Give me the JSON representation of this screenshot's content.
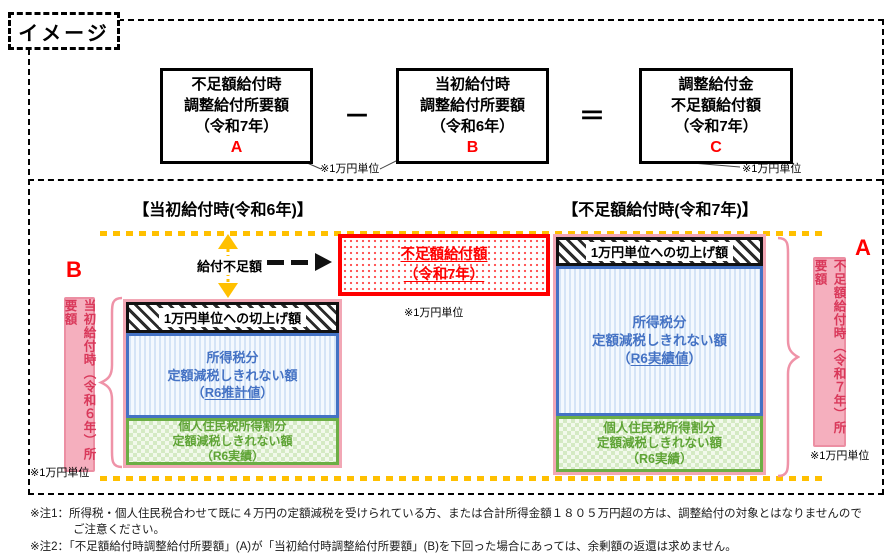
{
  "header": {
    "image_label": "イメージ"
  },
  "formula": {
    "box_a": {
      "line1": "不足額給付時",
      "line2": "調整給付所要額",
      "line3": "（令和7年）",
      "letter": "A"
    },
    "op_minus": "－",
    "box_b": {
      "line1": "当初給付時",
      "line2": "調整給付所要額",
      "line3": "（令和6年）",
      "letter": "B"
    },
    "op_equals": "＝",
    "box_c": {
      "line1": "調整給付金",
      "line2": "不足額給付額",
      "line3": "（令和7年）",
      "letter": "C"
    },
    "unit_note_ab": "※1万円単位",
    "unit_note_c": "※1万円単位"
  },
  "chart": {
    "left": {
      "title": "【当初給付時(令和6年)】",
      "letter": "B",
      "side_label": "当初給付時（令和６年）所要額",
      "unit_note": "※1万円単位",
      "header": "1万円単位への切上げ額",
      "blue": {
        "line1": "所得税分",
        "line2": "定額減税しきれない額",
        "pre": "（",
        "underlined": "R6推計値",
        "post": "）"
      },
      "green": {
        "line1": "個人住民税所得割分",
        "line2": "定額減税しきれない額",
        "line3": "（R6実績）"
      }
    },
    "right": {
      "title": "【不足額給付時(令和7年)】",
      "letter": "A",
      "side_label": "不足額給付時（令和７年）所要額",
      "unit_note": "※1万円単位",
      "header": "1万円単位への切上げ額",
      "blue": {
        "line1": "所得税分",
        "line2": "定額減税しきれない額",
        "pre": "（",
        "underlined": "R6実績値",
        "post": "）"
      },
      "green": {
        "line1": "個人住民税所得割分",
        "line2": "定額減税しきれない額",
        "line3": "（R6実績）"
      }
    },
    "middle": {
      "shortfall_label": "給付不足額",
      "box_line1": "不足額給付額",
      "box_line2": "（令和7年）",
      "unit_note": "※1万円単位"
    }
  },
  "notes": {
    "note1_line1": "※注1：所得税・個人住民税合わせて既に４万円の定額減税を受けられている方、または合計所得金額１８０５万円超の方は、調整給付の対象とはなりませんので",
    "note1_line2": "ご注意ください。",
    "note2": "※注2：「不足額給付時調整給付所要額」(A)が「当初給付時調整給付所要額」(B)を下回った場合にあっては、余剰額の返還は求めません。"
  },
  "colors": {
    "accent_orange": "#FFC000",
    "red": "#FF0000",
    "pink_fill": "#F5AFBE",
    "blue": "#4472C4",
    "green": "#6CAE45"
  }
}
